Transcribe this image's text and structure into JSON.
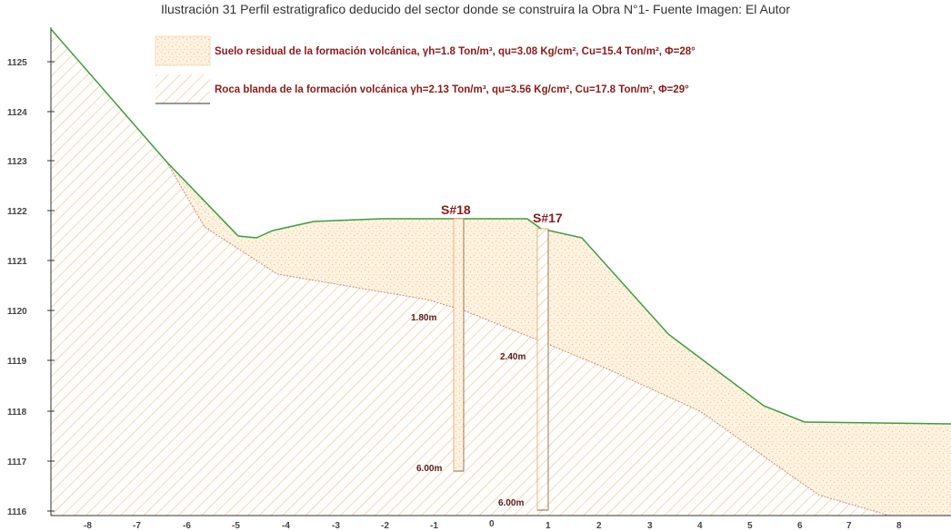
{
  "caption": "Ilustración 31 Perfil estratigrafico deducido del sector donde se construira la Obra N°1- Fuente Imagen: El Autor",
  "legend": {
    "soil": "Suelo residual de la formación volcánica, γh=1.8 Ton/m³, qu=3.08 Kg/cm², Cu=15.4 Ton/m², Φ=28°",
    "rock": "Roca blanda de la formación volcánica γh=2.13 Ton/m³, qu=3.56 Kg/cm², Cu=17.8 Ton/m², Φ=29°"
  },
  "y_ticks": [
    "1116",
    "1117",
    "1118",
    "1119",
    "1120",
    "1121",
    "1122",
    "1123",
    "1124",
    "1125"
  ],
  "x_ticks": [
    "-8",
    "-7",
    "-6",
    "-5",
    "-4",
    "-3",
    "-2",
    "-1",
    "0",
    "1",
    "2",
    "3",
    "4",
    "5",
    "6",
    "7",
    "8"
  ],
  "boreholes": {
    "s18": {
      "label": "S#18",
      "contact_depth": "1.80m",
      "total_depth": "6.00m"
    },
    "s17": {
      "label": "S#17",
      "contact_depth": "2.40m",
      "total_depth": "6.00m"
    }
  },
  "colors": {
    "ground_line": "#3f9c3f",
    "soil_fill": "#fdf3e2",
    "soil_dots": "#f5c98a",
    "rock_hatch": "#f5b870",
    "borehole": "#e9a15c",
    "contact_line": "#c78a7a",
    "text_red": "#8b1a1a"
  }
}
